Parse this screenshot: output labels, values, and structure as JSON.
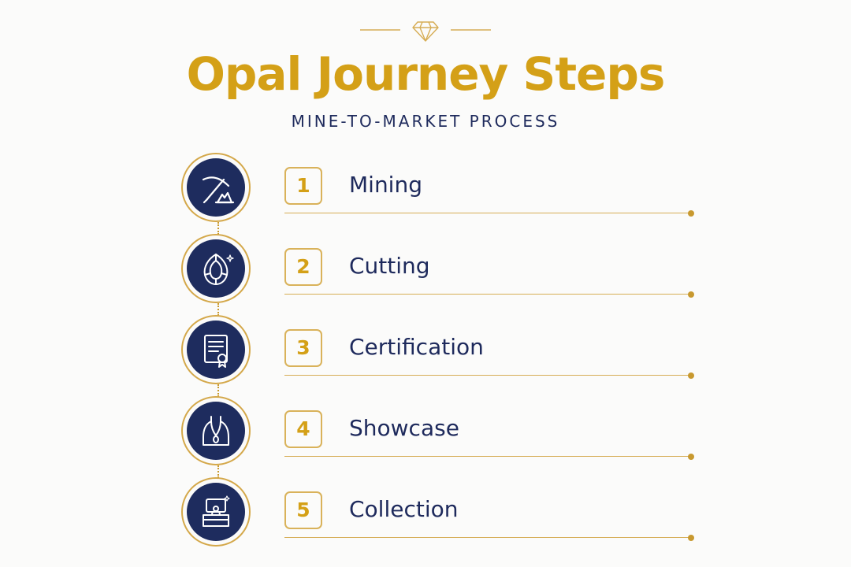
{
  "title": "Opal Journey Steps",
  "subtitle": "MINE-TO-MARKET PROCESS",
  "colors": {
    "gold": "#d4a017",
    "navy": "#1e2c5e",
    "background": "#fbfbfa"
  },
  "ornament_icon": "diamond-icon",
  "steps": [
    {
      "number": "1",
      "label": "Mining",
      "icon": "pickaxe-icon"
    },
    {
      "number": "2",
      "label": "Cutting",
      "icon": "cut-gem-icon"
    },
    {
      "number": "3",
      "label": "Certification",
      "icon": "certificate-icon"
    },
    {
      "number": "4",
      "label": "Showcase",
      "icon": "necklace-display-icon"
    },
    {
      "number": "5",
      "label": "Collection",
      "icon": "jewelry-box-icon"
    }
  ]
}
